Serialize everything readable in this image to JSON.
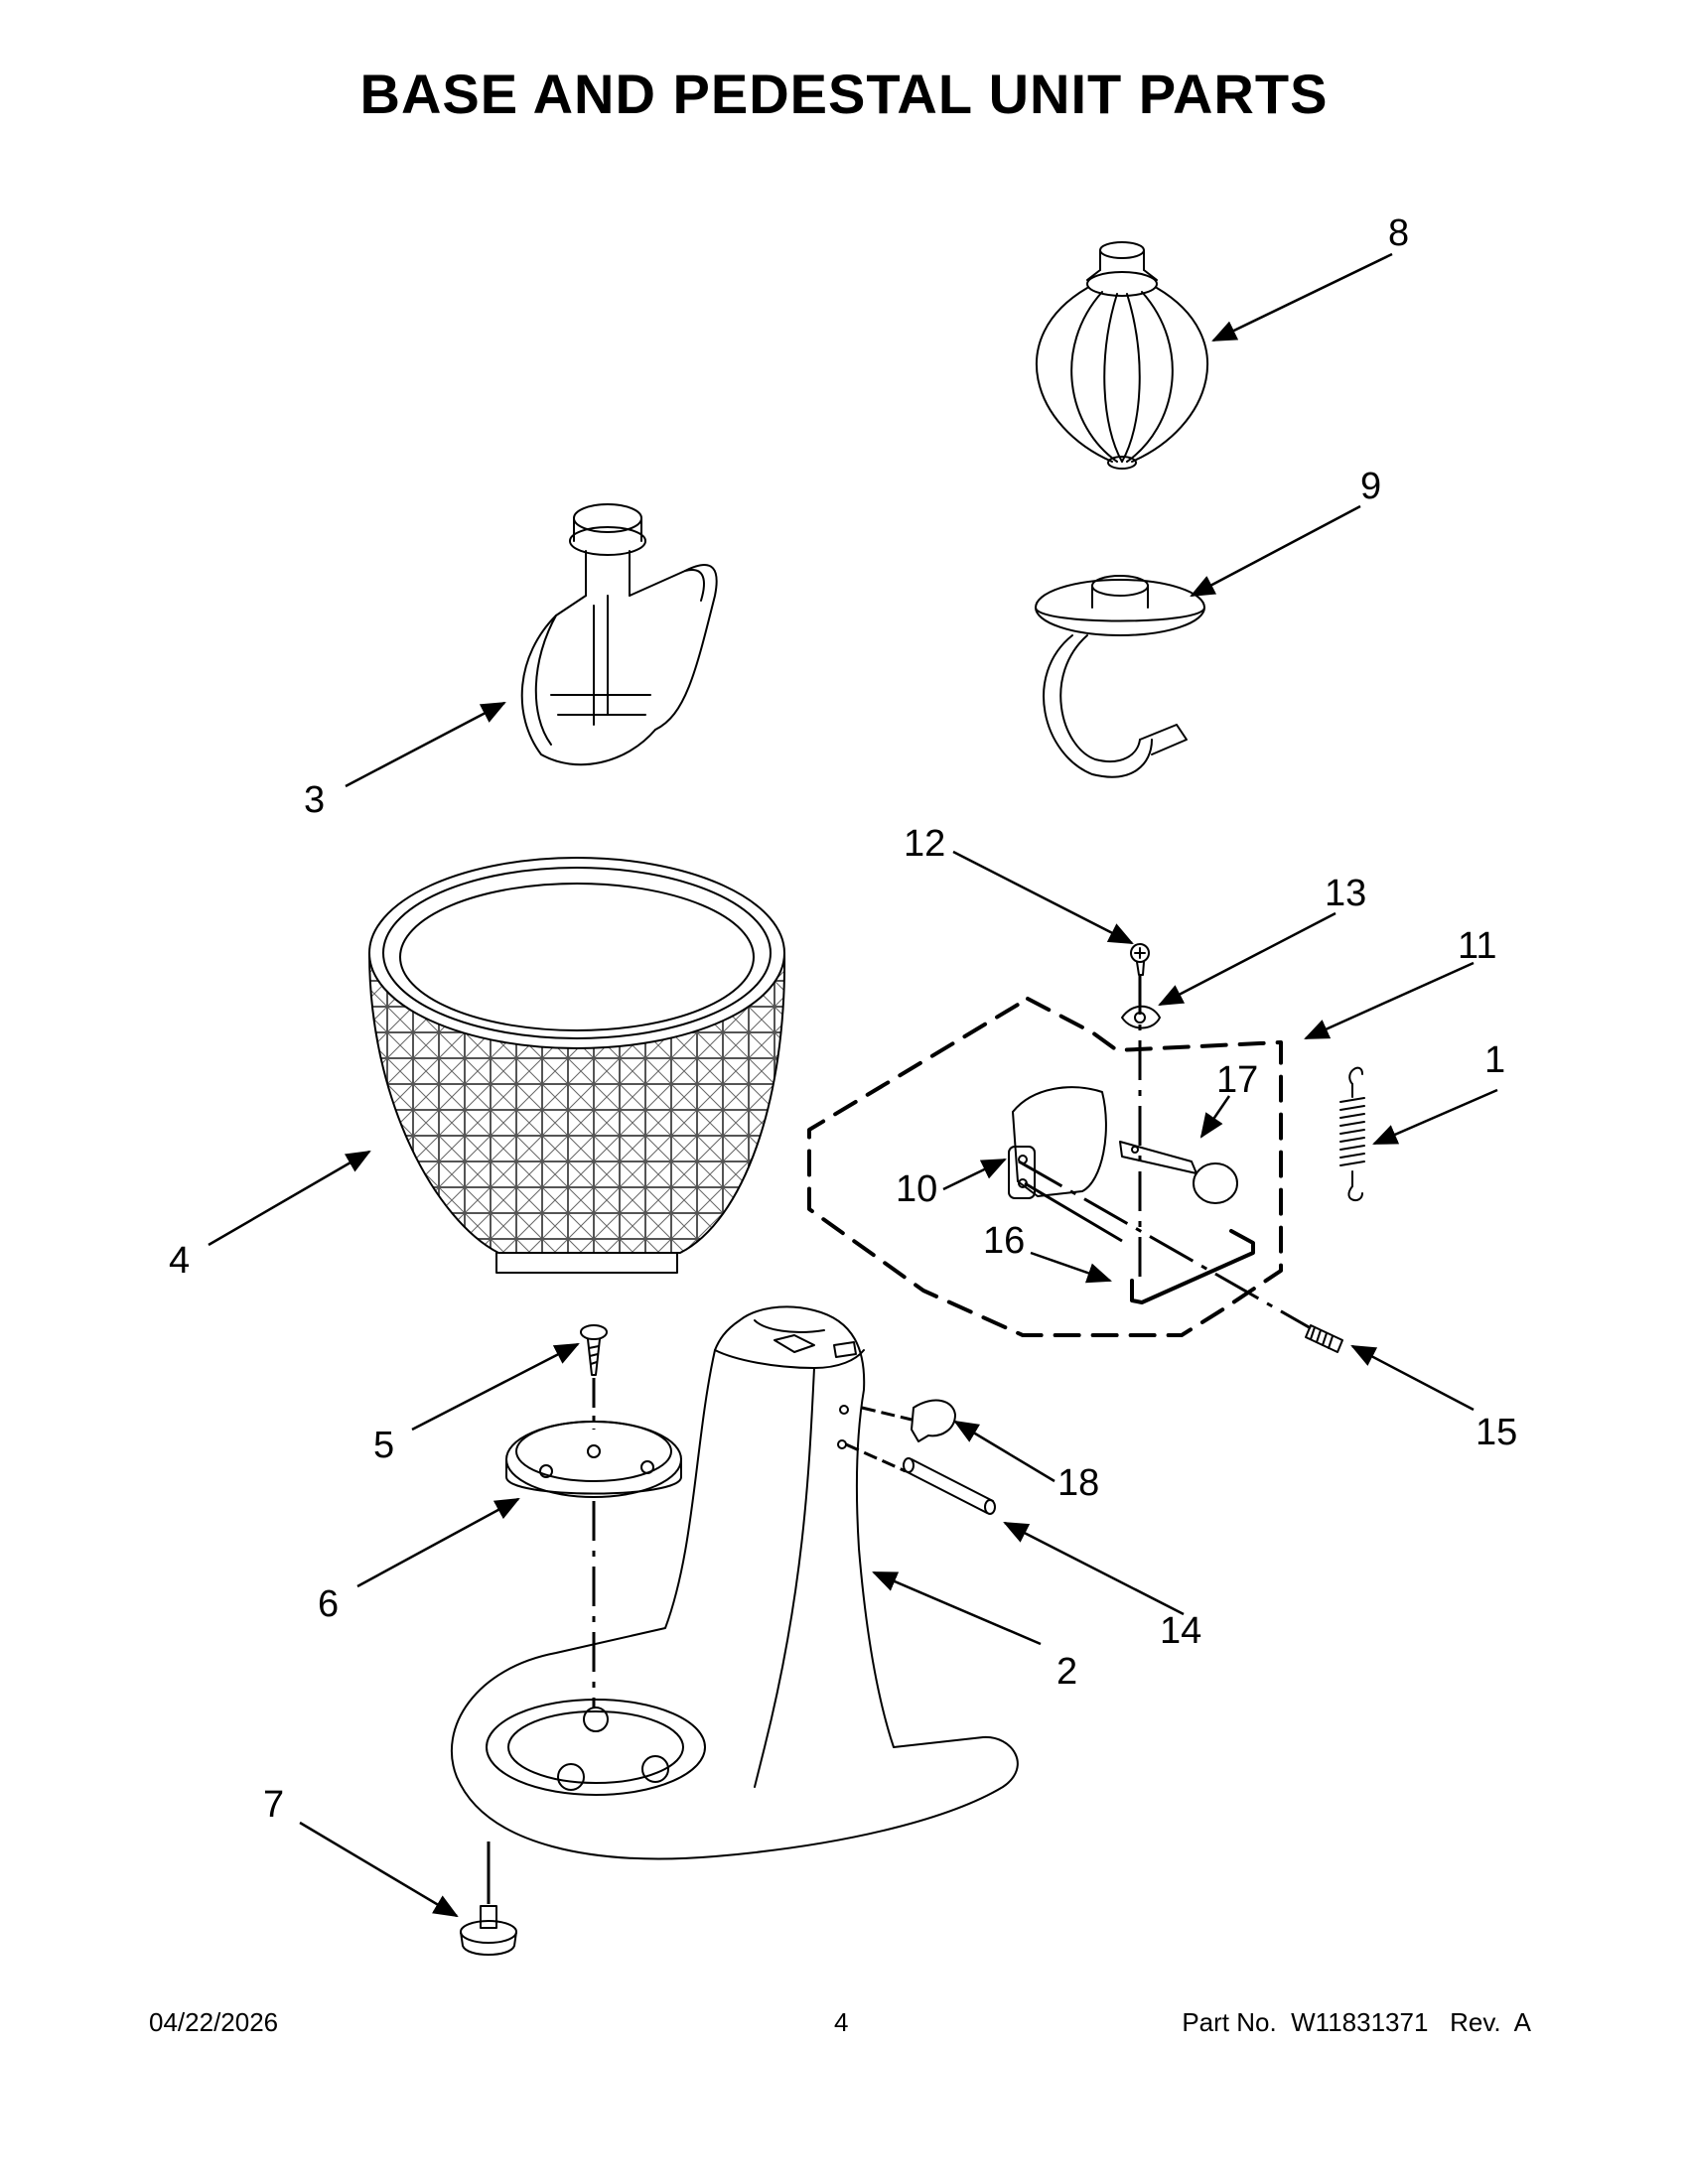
{
  "page": {
    "title": "BASE AND PEDESTAL UNIT PARTS"
  },
  "parts": [
    {
      "label": "1",
      "part": "spring"
    },
    {
      "label": "2",
      "part": "pedestal-base"
    },
    {
      "label": "3",
      "part": "flat-beater"
    },
    {
      "label": "4",
      "part": "bowl"
    },
    {
      "label": "5",
      "part": "screw"
    },
    {
      "label": "6",
      "part": "bowl-clamp-plate"
    },
    {
      "label": "7",
      "part": "foot"
    },
    {
      "label": "8",
      "part": "wire-whip"
    },
    {
      "label": "9",
      "part": "dough-hook"
    },
    {
      "label": "10",
      "part": "lock-lever"
    },
    {
      "label": "11",
      "part": "lock-assembly"
    },
    {
      "label": "12",
      "part": "screw"
    },
    {
      "label": "13",
      "part": "washer"
    },
    {
      "label": "14",
      "part": "hinge-pin"
    },
    {
      "label": "15",
      "part": "rod"
    },
    {
      "label": "16",
      "part": "u-rod"
    },
    {
      "label": "17",
      "part": "lever-link"
    },
    {
      "label": "18",
      "part": "clip"
    }
  ],
  "footer": {
    "date": "04/22/2026",
    "page_number": "4",
    "part_no": "Part No.  W11831371   Rev.  A"
  }
}
